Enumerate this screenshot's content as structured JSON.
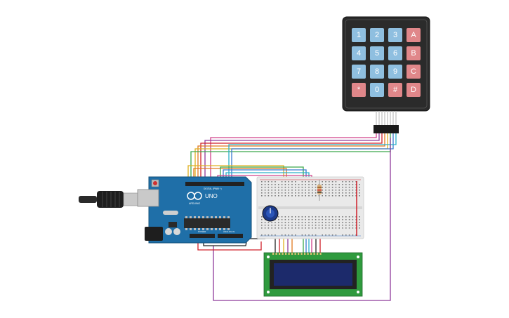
{
  "keypad": {
    "keys": [
      {
        "label": "1",
        "kind": "digit"
      },
      {
        "label": "2",
        "kind": "digit"
      },
      {
        "label": "3",
        "kind": "digit"
      },
      {
        "label": "A",
        "kind": "letter"
      },
      {
        "label": "4",
        "kind": "digit"
      },
      {
        "label": "5",
        "kind": "digit"
      },
      {
        "label": "6",
        "kind": "digit"
      },
      {
        "label": "B",
        "kind": "letter"
      },
      {
        "label": "7",
        "kind": "digit"
      },
      {
        "label": "8",
        "kind": "digit"
      },
      {
        "label": "9",
        "kind": "digit"
      },
      {
        "label": "C",
        "kind": "letter"
      },
      {
        "label": "*",
        "kind": "letter"
      },
      {
        "label": "0",
        "kind": "digit"
      },
      {
        "label": "#",
        "kind": "letter"
      },
      {
        "label": "D",
        "kind": "letter"
      }
    ]
  },
  "arduino": {
    "uno_label": "UNO",
    "brand_label": "ARDUINO",
    "digital_label": "DIGITAL (PWM ~)",
    "power_label": "POWER",
    "analog_label": "ANALOG IN"
  },
  "colors": {
    "board": "#1f6fa8",
    "keypad_body": "#2b2b2b",
    "digit_key": "#8fbfe0",
    "letter_key": "#e0878a",
    "breadboard": "#e9e9e9",
    "lcd_pcb": "#2f9a3e",
    "lcd_screen": "#1c2a6b",
    "wire_red": "#d0202a",
    "wire_black": "#222222",
    "wire_purple": "#8e3a9a",
    "wire_yellow": "#e0b020",
    "wire_orange": "#e07a20",
    "wire_green": "#3aa84a",
    "wire_blue": "#3a7ad0",
    "wire_cyan": "#2ab0c8",
    "wire_pink": "#d0408a"
  }
}
